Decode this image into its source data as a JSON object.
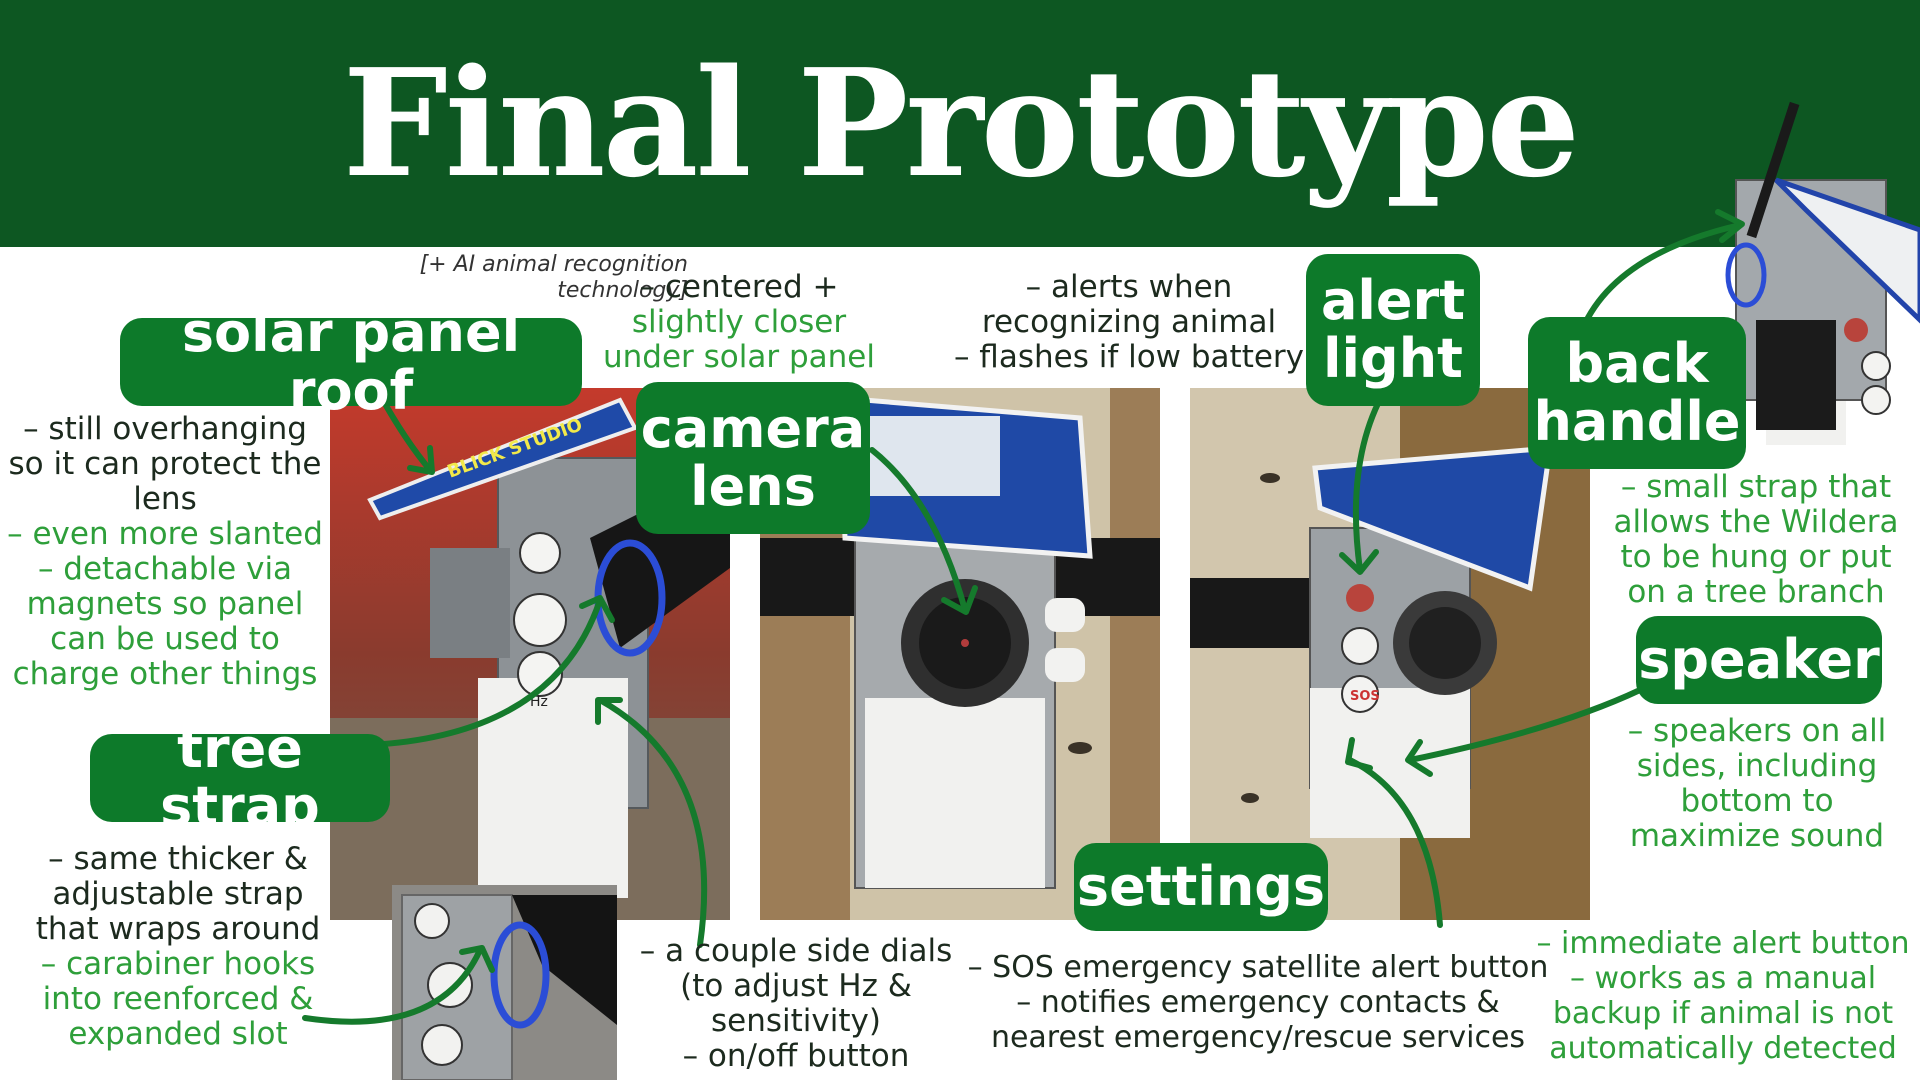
{
  "title": "Final Prototype",
  "labels": {
    "solar_panel_roof": "solar panel roof",
    "camera_lens": "camera\nlens",
    "alert_light": "alert\nlight",
    "back_handle": "back\nhandle",
    "tree_strap": "tree strap",
    "speaker": "speaker",
    "settings": "settings"
  },
  "notes": {
    "ai_note": [
      "[+ AI animal recognition",
      "technology]"
    ],
    "camera": [
      {
        "text": "– centered +",
        "style": "dark"
      },
      {
        "text": "slightly closer",
        "style": "green"
      },
      {
        "text": "under solar panel",
        "style": "green"
      }
    ],
    "alert": [
      {
        "text": "– alerts when",
        "style": "dark"
      },
      {
        "text": "recognizing animal",
        "style": "dark"
      },
      {
        "text": "– flashes if low battery",
        "style": "dark"
      }
    ],
    "solar": [
      {
        "text": "– still overhanging",
        "style": "dark"
      },
      {
        "text": "so it can protect the",
        "style": "dark"
      },
      {
        "text": "lens",
        "style": "dark"
      },
      {
        "text": "– even more slanted",
        "style": "green"
      },
      {
        "text": "– detachable via",
        "style": "green"
      },
      {
        "text": "magnets so panel",
        "style": "green"
      },
      {
        "text": "can be used to",
        "style": "green"
      },
      {
        "text": "charge other things",
        "style": "green"
      }
    ],
    "handle": [
      {
        "text": "– small strap that",
        "style": "green"
      },
      {
        "text": "allows the Wildera",
        "style": "green"
      },
      {
        "text": "to be hung or put",
        "style": "green"
      },
      {
        "text": "on a tree branch",
        "style": "green"
      }
    ],
    "speaker": [
      {
        "text": "– speakers on all",
        "style": "green"
      },
      {
        "text": "sides, including",
        "style": "green"
      },
      {
        "text": "bottom to",
        "style": "green"
      },
      {
        "text": "maximize sound",
        "style": "green"
      }
    ],
    "strap": [
      {
        "text": "– same thicker &",
        "style": "dark"
      },
      {
        "text": "adjustable strap",
        "style": "dark"
      },
      {
        "text": "that wraps around",
        "style": "dark"
      },
      {
        "text": "– carabiner hooks",
        "style": "green"
      },
      {
        "text": "into reenforced &",
        "style": "green"
      },
      {
        "text": "expanded slot",
        "style": "green"
      }
    ],
    "dials": [
      {
        "text": "– a couple side dials",
        "style": "dark"
      },
      {
        "text": "(to adjust Hz &",
        "style": "dark"
      },
      {
        "text": "sensitivity)",
        "style": "dark"
      },
      {
        "text": "– on/off button",
        "style": "dark"
      }
    ],
    "sos": [
      {
        "text": "– SOS emergency satellite alert button",
        "style": "dark"
      },
      {
        "text": "– notifies emergency contacts &",
        "style": "dark"
      },
      {
        "text": "nearest emergency/rescue services",
        "style": "dark"
      }
    ],
    "immediate": [
      {
        "text": "– immediate alert button",
        "style": "green"
      },
      {
        "text": "– works as a manual",
        "style": "green"
      },
      {
        "text": "backup if animal is not",
        "style": "green"
      },
      {
        "text": "automatically detected",
        "style": "green"
      }
    ]
  },
  "photo_text": {
    "panel_brand": "BLICK STUDIO",
    "dial_hz": "Hz",
    "sos_button": "SOS"
  },
  "colors": {
    "header_green": "#0d5722",
    "pill_green": "#0d7a2a",
    "note_green": "#2e9f3a",
    "arrow_green": "#157a2c",
    "note_dark": "#1c2a1e"
  }
}
